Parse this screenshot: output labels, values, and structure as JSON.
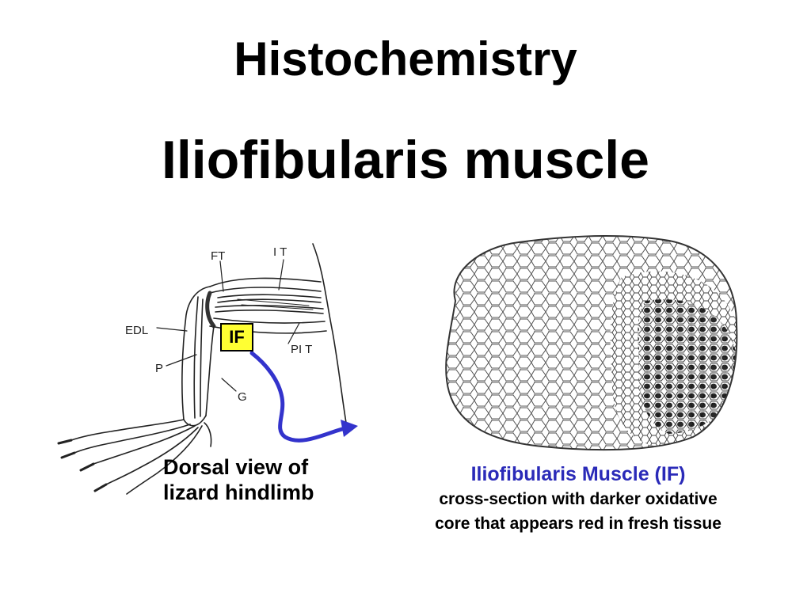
{
  "header": {
    "title": "Histochemistry",
    "subtitle": "Iliofibularis muscle"
  },
  "diagram": {
    "labels": {
      "ft": "FT",
      "it": "I T",
      "edl": "EDL",
      "p": "P",
      "pit": "PI T",
      "g": "G"
    },
    "highlight_label": "IF",
    "highlight_color": "#ffff33",
    "arrow_color": "#3333cc",
    "caption_line1": "Dorsal view of",
    "caption_line2": "lizard hindlimb"
  },
  "cross_section": {
    "title": "Iliofibularis Muscle (IF)",
    "title_color": "#2a2ab8",
    "description_line1": "cross-section with darker oxidative",
    "description_line2": "core that appears red in fresh tissue"
  }
}
